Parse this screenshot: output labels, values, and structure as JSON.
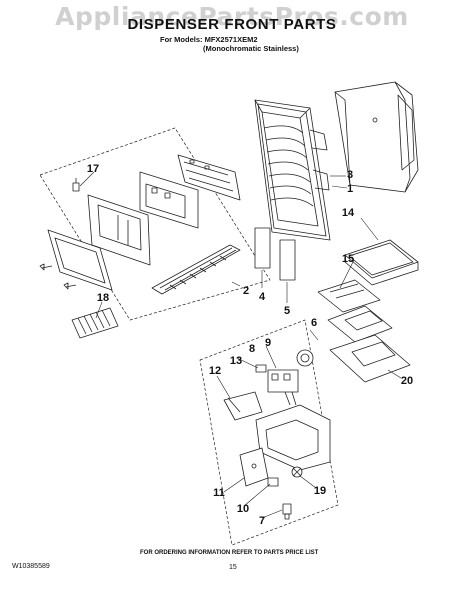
{
  "watermark": "AppliancePartsPros.com",
  "header": {
    "title": "DISPENSER FRONT PARTS",
    "models_line": "For Models: MFX2571XEM2",
    "finish_line": "(Monochromatic Stainless)"
  },
  "callouts": {
    "c1": "1",
    "c2": "2",
    "c3": "3",
    "c4": "4",
    "c5": "5",
    "c6": "6",
    "c7": "7",
    "c8": "8",
    "c9": "9",
    "c10": "10",
    "c11": "11",
    "c12": "12",
    "c13": "13",
    "c14": "14",
    "c15": "15",
    "c17": "17",
    "c18": "18",
    "c19": "19",
    "c20": "20"
  },
  "footer": {
    "doc_number": "W10385589",
    "ordering_info": "FOR ORDERING INFORMATION REFER TO PARTS PRICE LIST",
    "page_number": "15"
  },
  "colors": {
    "line": "#222222",
    "watermark": "#aaaaaa"
  }
}
